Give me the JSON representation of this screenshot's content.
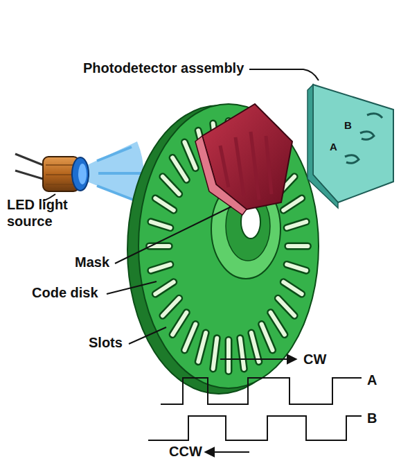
{
  "diagram": {
    "labels": [
      "Photodetector assembly",
      "B",
      "A",
      "LED light source",
      "Mask",
      "Code disk",
      "Slots",
      "CW",
      "A",
      "B",
      "CCW"
    ]
  }
}
